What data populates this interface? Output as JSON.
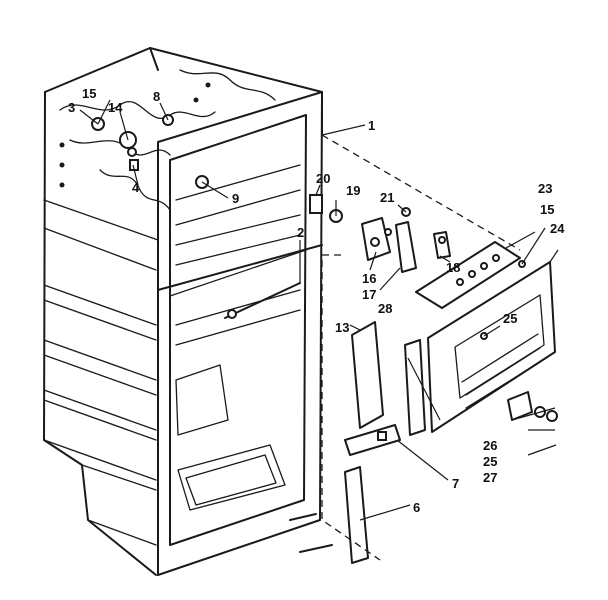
{
  "callouts": {
    "c1": "1",
    "c2": "2",
    "c3": "3",
    "c4": "4",
    "c6": "6",
    "c7": "7",
    "c8": "8",
    "c9": "9",
    "c13": "13",
    "c14": "14",
    "c15a": "15",
    "c15b": "15",
    "c16": "16",
    "c17": "17",
    "c18": "18",
    "c19": "19",
    "c20": "20",
    "c21": "21",
    "c23": "23",
    "c24": "24",
    "c25a": "25",
    "c25b": "25",
    "c26": "26",
    "c27": "27",
    "c28": "28"
  },
  "colors": {
    "ink": "#1a1a1a",
    "paper": "#ffffff"
  }
}
